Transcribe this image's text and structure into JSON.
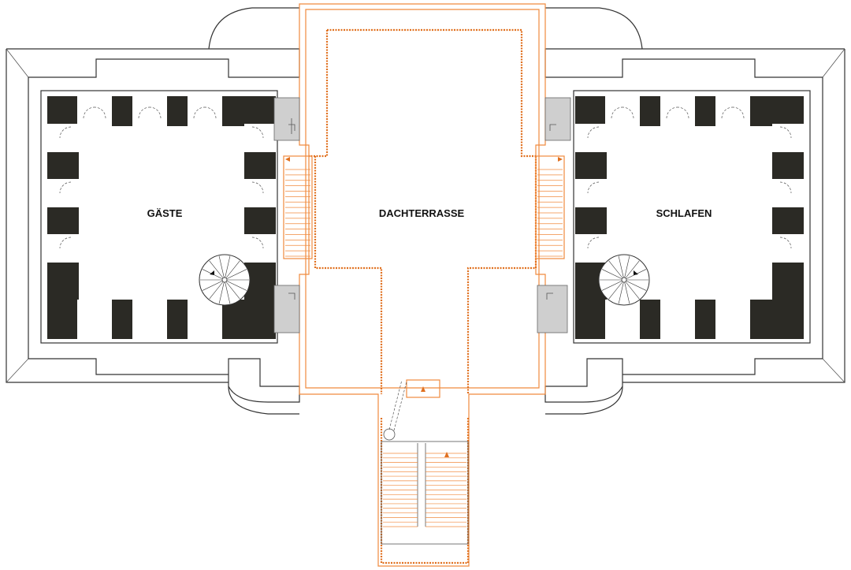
{
  "rooms": {
    "guest": {
      "label": "GÄSTE"
    },
    "roof_terrace": {
      "label": "DACHTERRASSE"
    },
    "sleeping": {
      "label": "SCHLAFEN"
    }
  },
  "colors": {
    "stair_accent": "#f08a3e",
    "column_fill": "#2b2a25",
    "niche_fill": "#cfcfcf",
    "wall_stroke": "#333333"
  }
}
